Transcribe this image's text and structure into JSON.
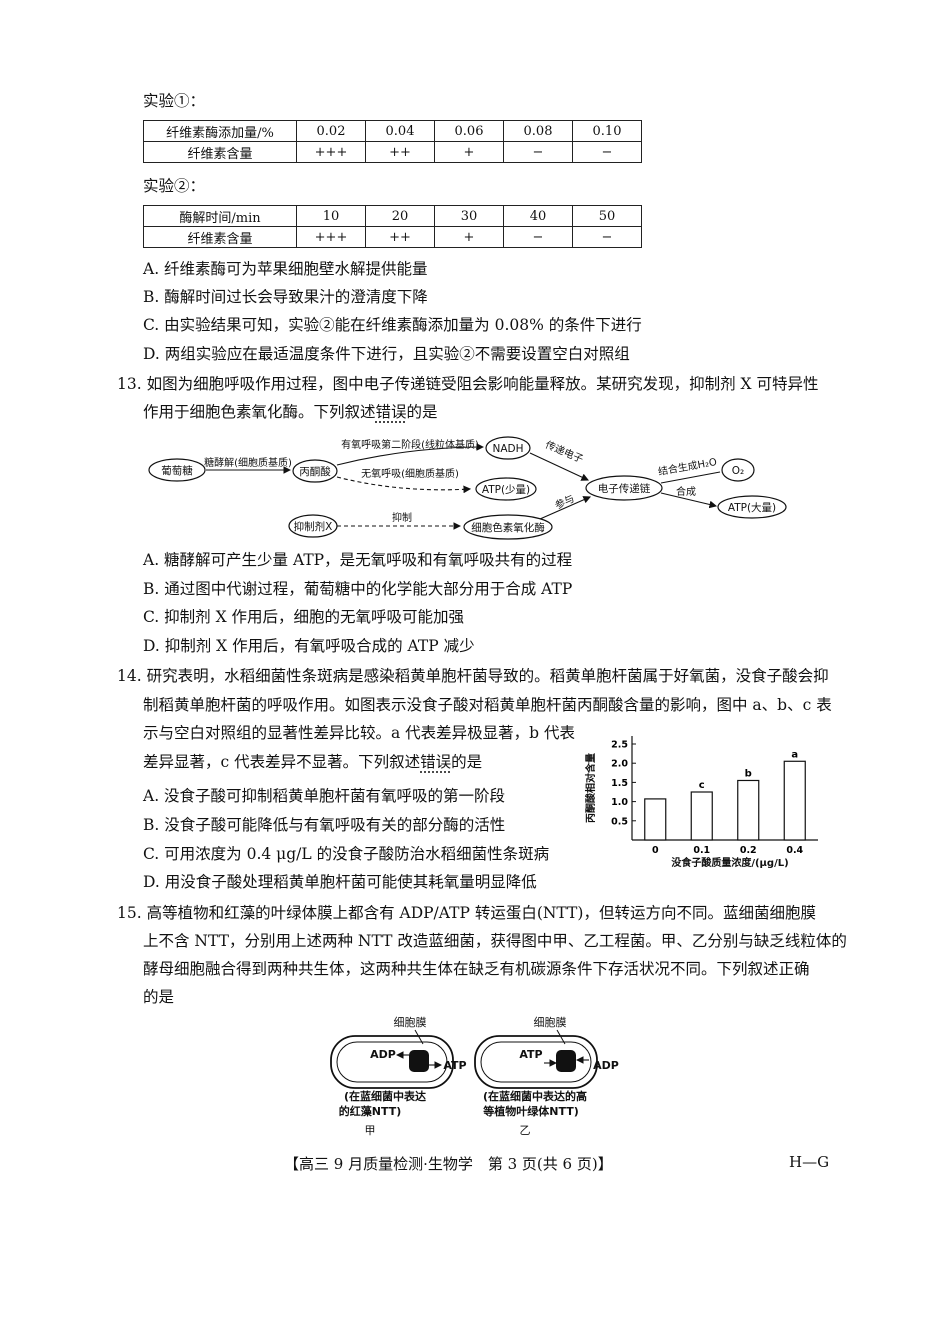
{
  "exp1": {
    "title": "实验①：",
    "row1_label": "纤维素酶添加量/%",
    "row1_values": [
      "0.02",
      "0.04",
      "0.06",
      "0.08",
      "0.10"
    ],
    "row2_label": "纤维素含量",
    "row2_values": [
      "+++",
      "++",
      "+",
      "−",
      "−"
    ]
  },
  "exp2": {
    "title": "实验②：",
    "row1_label": "酶解时间/min",
    "row1_values": [
      "10",
      "20",
      "30",
      "40",
      "50"
    ],
    "row2_label": "纤维素含量",
    "row2_values": [
      "+++",
      "++",
      "+",
      "−",
      "−"
    ]
  },
  "q12_options": [
    "A. 纤维素酶可为苹果细胞壁水解提供能量",
    "B. 酶解时间过长会导致果汁的澄清度下降",
    "C. 由实验结果可知，实验②能在纤维素酶添加量为 0.08% 的条件下进行",
    "D. 两组实验应在最适温度条件下进行，且实验②不需要设置空白对照组"
  ],
  "q13": {
    "stem_line1": "13. 如图为细胞呼吸作用过程，图中电子传递链受阻会影响能量释放。某研究发现，抑制剂 X 可特异性",
    "stem_line2_pre": "作用于细胞色素氧化酶。下列叙述",
    "stem_line2_emph": "错误",
    "stem_line2_post": "的是",
    "diagram": {
      "glucose": "葡萄糖",
      "glycolysis": "糖酵解(细胞质基质)",
      "pyruvate": "丙酮酸",
      "aerobic2": "有氧呼吸第二阶段(线粒体基质)",
      "nadh": "NADH",
      "anaerobic": "无氧呼吸(细胞质基质)",
      "atp_small": "ATP(少量)",
      "transfer_e": "传递电子",
      "etc": "电子传递链",
      "combine_h2o": "结合生成H₂O",
      "o2": "O₂",
      "synth": "合成",
      "atp_large": "ATP(大量)",
      "participate": "参与",
      "inhibitor": "抑制剂X",
      "inhibit": "抑制",
      "cytox": "细胞色素氧化酶"
    },
    "options": [
      "A. 糖酵解可产生少量 ATP，是无氧呼吸和有氧呼吸共有的过程",
      "B. 通过图中代谢过程，葡萄糖中的化学能大部分用于合成 ATP",
      "C. 抑制剂 X 作用后，细胞的无氧呼吸可能加强",
      "D. 抑制剂 X 作用后，有氧呼吸合成的 ATP 减少"
    ]
  },
  "q14": {
    "line1": "14. 研究表明，水稻细菌性条斑病是感染稻黄单胞杆菌导致的。稻黄单胞杆菌属于好氧菌，没食子酸会抑",
    "line2": "制稻黄单胞杆菌的呼吸作用。如图表示没食子酸对稻黄单胞杆菌丙酮酸含量的影响，图中 a、b、c 表",
    "line3": "示与空白对照组的显著性差异比较。a 代表差异极显著，b 代表",
    "line4_pre": "差异显著，c 代表差异不显著。下列叙述",
    "line4_emph": "错误",
    "line4_post": "的是",
    "options": [
      "A. 没食子酸可抑制稻黄单胞杆菌有氧呼吸的第一阶段",
      "B. 没食子酸可能降低与有氧呼吸有关的部分酶的活性",
      "C. 可用浓度为 0.4 μg/L 的没食子酸防治水稻细菌性条斑病",
      "D. 用没食子酸处理稻黄单胞杆菌可能使其耗氧量明显降低"
    ]
  },
  "chart_data": {
    "type": "bar",
    "categories": [
      "0",
      "0.1",
      "0.2",
      "0.4"
    ],
    "values": [
      1.07,
      1.25,
      1.55,
      2.05
    ],
    "labels": [
      "",
      "c",
      "b",
      "a"
    ],
    "ylabel": "丙酮酸相对含量",
    "xlabel": "没食子酸质量浓度/(μg/L)",
    "ylim": [
      0,
      2.5
    ],
    "yticks": [
      "0.5",
      "1.0",
      "1.5",
      "2.0",
      "2.5"
    ],
    "grid": false
  },
  "q15": {
    "line1": "15. 高等植物和红藻的叶绿体膜上都含有 ADP/ATP 转运蛋白(NTT)，但转运方向不同。蓝细菌细胞膜",
    "line2": "上不含 NTT，分别用上述两种 NTT 改造蓝细菌，获得图中甲、乙工程菌。甲、乙分别与缺乏线粒体的",
    "line3": "酵母细胞融合得到两种共生体，这两种共生体在缺乏有机碳源条件下存活状况不同。下列叙述正确",
    "line4": "的是",
    "cell_a": {
      "membrane": "细胞膜",
      "inside": "ADP",
      "outside": "ATP",
      "caption1": "(在蓝细菌中表达",
      "caption2": "的红藻NTT)",
      "name": "甲"
    },
    "cell_b": {
      "membrane": "细胞膜",
      "inside": "ATP",
      "outside": "ADP",
      "caption1": "(在蓝细菌中表达的高",
      "caption2": "等植物叶绿体NTT)",
      "name": "乙"
    }
  },
  "footer": {
    "center": "【高三 9 月质量检测·生物学　第 3 页(共 6 页)】",
    "right": "H—G"
  }
}
